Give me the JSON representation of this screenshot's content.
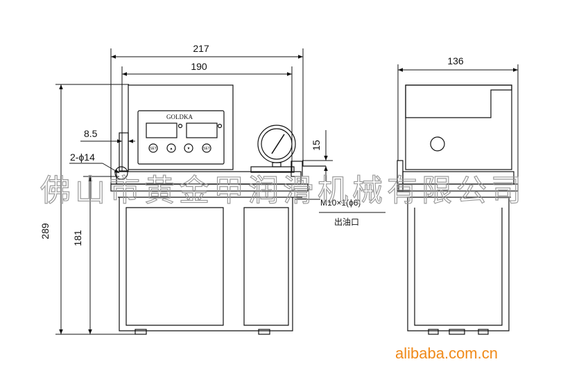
{
  "dimensions": {
    "overall_width": "217",
    "inner_width": "190",
    "side_width": "136",
    "offset": "8.5",
    "holes": "2-ϕ14",
    "gauge_offset": "15",
    "total_height": "289",
    "tank_height": "181"
  },
  "panel": {
    "brand": "GOLDKA",
    "buttons": [
      "SET",
      "▲",
      "▼",
      "SET"
    ]
  },
  "labels": {
    "outlet_thread": "M10×1(ϕ6)",
    "outlet_name": "出油口"
  },
  "watermark": {
    "company": "佛山市黄金甲润滑机械有限公司",
    "site": "alibaba.com.cn"
  }
}
